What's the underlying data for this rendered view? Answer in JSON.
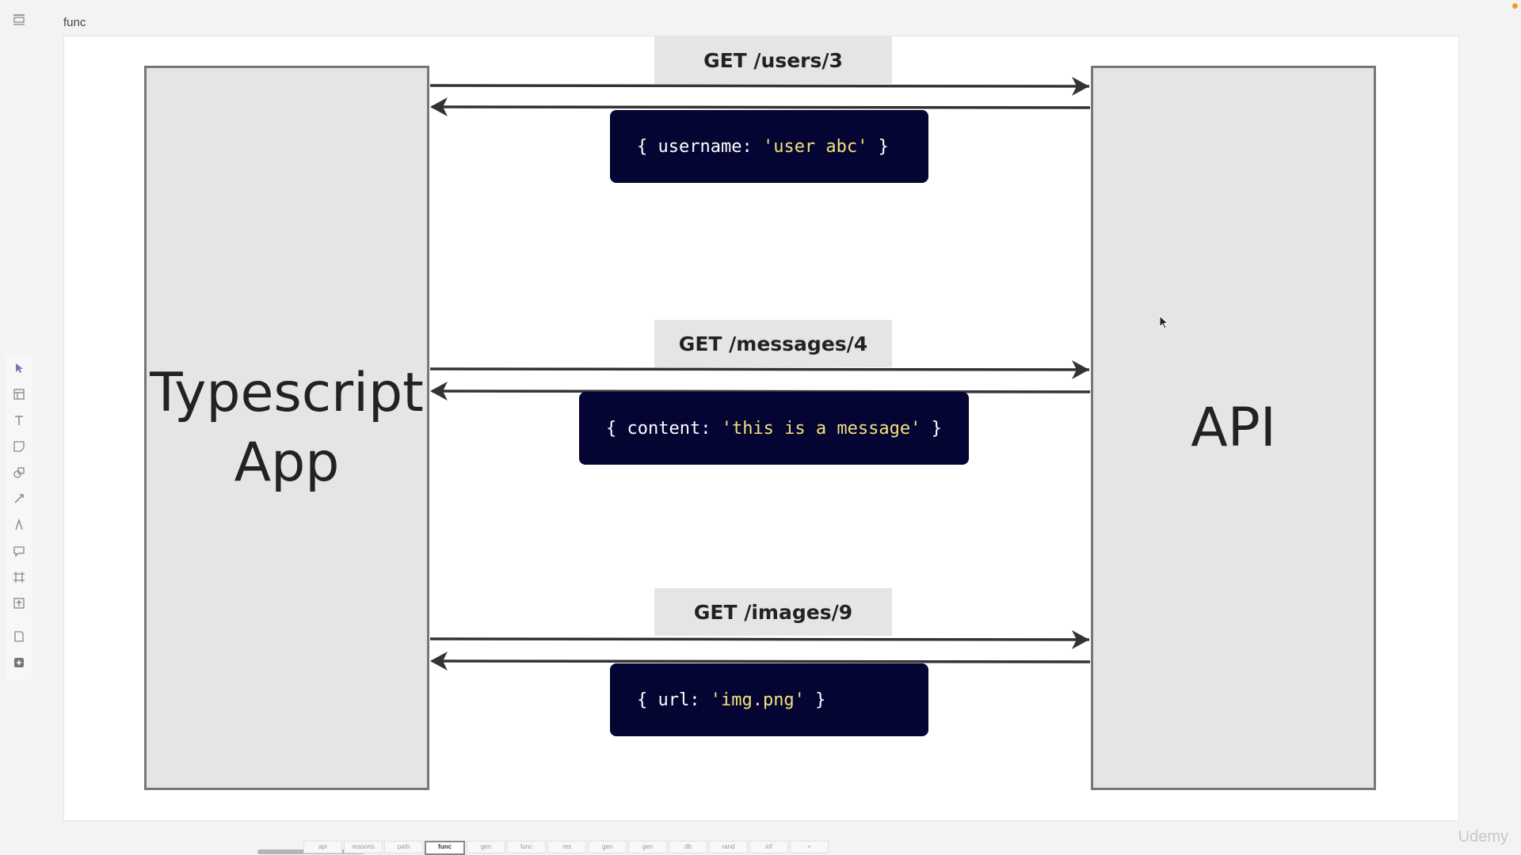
{
  "frame": {
    "label": "func"
  },
  "toolbar": {
    "icons": [
      "select-icon",
      "layout-icon",
      "text-icon",
      "sticky-note-icon",
      "shapes-icon",
      "connector-icon",
      "pen-icon",
      "comment-icon",
      "frame-icon",
      "upload-icon",
      "save-icon",
      "add-icon"
    ]
  },
  "diagram": {
    "left_box": {
      "line1": "Typescript",
      "line2": "App"
    },
    "right_box": {
      "label": "API"
    },
    "requests": [
      {
        "label": "GET /users/3",
        "resp_prefix": "{ username: ",
        "resp_value": "'user abc'",
        "resp_suffix": " }"
      },
      {
        "label": "GET /messages/4",
        "resp_prefix": "{ content: ",
        "resp_value": "'this is a message'",
        "resp_suffix": " }"
      },
      {
        "label": "GET /images/9",
        "resp_prefix": "{ url: ",
        "resp_value": "'img.png'",
        "resp_suffix": " }"
      }
    ],
    "colors": {
      "box_fill": "#e5e5e5",
      "box_border": "#777777",
      "response_bg": "#050533",
      "string_color": "#f3e27a",
      "arrow": "#333333"
    }
  },
  "tabs": [
    "api",
    "reasons",
    "path",
    "func",
    "gen",
    "func",
    "res",
    "gen",
    "gen",
    "db",
    "rand",
    "inf",
    "+"
  ],
  "active_tab": "func",
  "watermark": "Udemy"
}
